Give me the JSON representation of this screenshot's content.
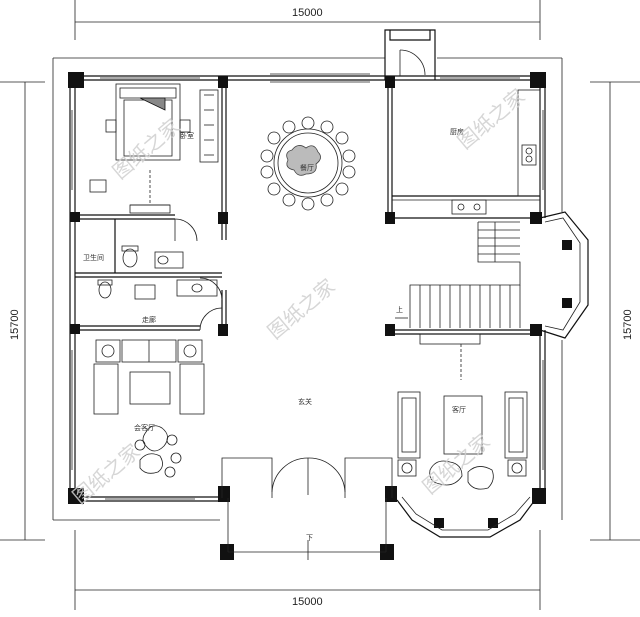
{
  "dimensions": {
    "top": "15000",
    "bottom": "15000",
    "left": "15700",
    "right": "15700"
  },
  "rooms": {
    "bedroom": "卧室",
    "kitchen": "厨房",
    "restaurant": "餐厅",
    "bathroom": "卫生间",
    "corridor": "走廊",
    "hall": "玄关",
    "living": "客厅",
    "lounge": "会客厅",
    "stair_up": "上",
    "entrance_down": "下"
  },
  "watermark": "图纸之家"
}
